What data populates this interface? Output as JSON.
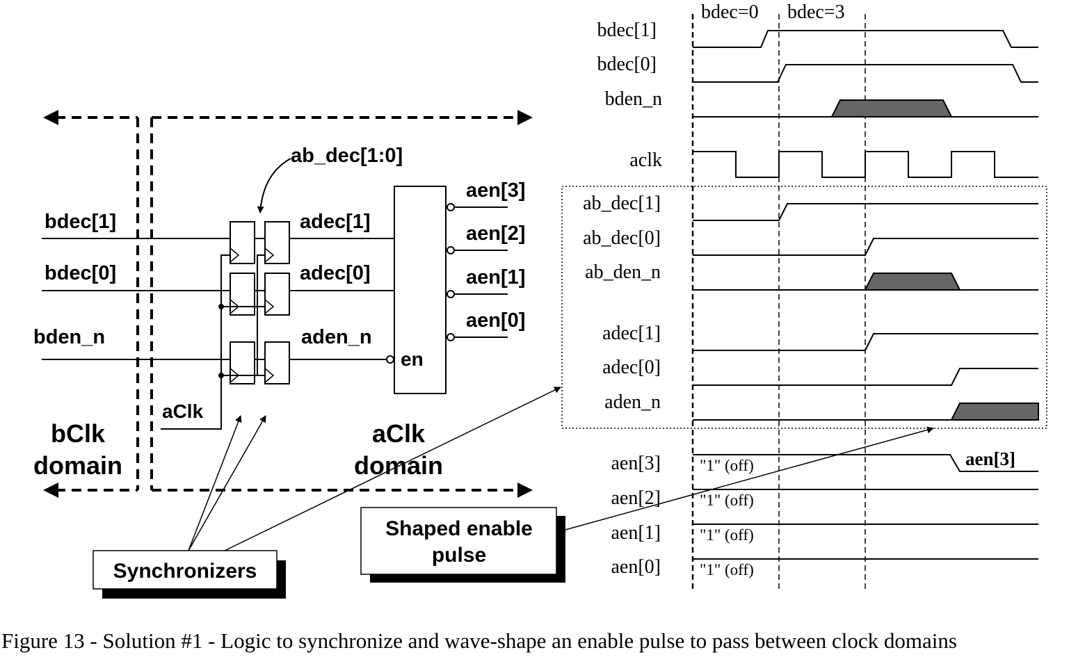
{
  "diagram": {
    "domain_left": {
      "line1": "bClk",
      "line2": "domain"
    },
    "domain_right": {
      "line1": "aClk",
      "line2": "domain"
    },
    "inputs": [
      "bdec[1]",
      "bdec[0]",
      "bden_n"
    ],
    "bus_label": "ab_dec[1:0]",
    "outputs_internal": [
      "adec[1]",
      "adec[0]",
      "aden_n"
    ],
    "clock_label": "aClk",
    "decoder_enable": "en",
    "decoder_outputs": [
      "aen[3]",
      "aen[2]",
      "aen[1]",
      "aen[0]"
    ],
    "callouts": {
      "synchronizers": "Synchronizers",
      "shaped_line1": "Shaped enable",
      "shaped_line2": "pulse"
    }
  },
  "timing": {
    "markers": [
      "bdec=0",
      "bdec=3"
    ],
    "signals": [
      "bdec[1]",
      "bdec[0]",
      "bden_n",
      "aclk",
      "ab_dec[1]",
      "ab_dec[0]",
      "ab_den_n",
      "adec[1]",
      "adec[0]",
      "aden_n",
      "aen[3]",
      "aen[2]",
      "aen[1]",
      "aen[0]"
    ],
    "off_text": "\"1\" (off)",
    "aen3_pulse_label": "aen[3]"
  },
  "caption": "Figure 13 - Solution #1 - Logic to synchronize and wave-shape an enable pulse to pass between clock domains"
}
